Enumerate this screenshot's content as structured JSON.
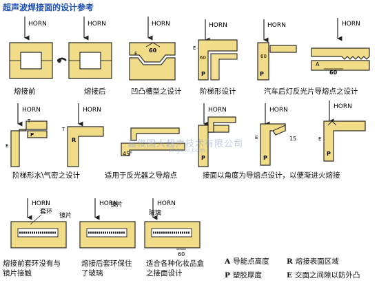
{
  "title": "超声波焊接面的设计参考",
  "horn_label": "HORN",
  "captions": {
    "c1": "熔接前",
    "c2": "熔接后",
    "c3": "凹凸槽型之设计",
    "c4": "阶梯形设计",
    "c5": "汽车后灯反光片导熔点之设计",
    "c6": "阶梯形水\\气密之设计",
    "c7": "适用于反光器之导熔点",
    "c8": "接面以角度为导熔点设计，以便渐进火熔接",
    "c9a": "熔接前套环没有与",
    "c9b": "镜片接触",
    "c10a": "熔接后套环保住",
    "c10b": "了玻璃",
    "c11a": "适合各种化妆品盒",
    "c11b": "之接面设计"
  },
  "part_labels": {
    "taohuan": "套环",
    "jingpian1": "镜片",
    "jingpian2": "镜片",
    "boli": "玻璃"
  },
  "dims": {
    "d60": "60",
    "d15": "15",
    "d45": "45°",
    "dm60": "60"
  },
  "letters": {
    "P": "P",
    "R": "R",
    "E": "E",
    "A": "A",
    "T": "T"
  },
  "legend": [
    {
      "key": "A",
      "text": "导能点高度"
    },
    {
      "key": "R",
      "text": "熔接表面区域"
    },
    {
      "key": "P",
      "text": "塑胶厚度"
    },
    {
      "key": "E",
      "text": "交面之间隙以防外凸"
    }
  ],
  "watermark": "嘉俊国人超声技术有限公司",
  "watermark_url": "zhgufo.com",
  "colors": {
    "part_fill": "#f1dc8a",
    "part_stroke": "#2b2b2b",
    "title": "#1f4fb0",
    "arrow": "#222222"
  }
}
